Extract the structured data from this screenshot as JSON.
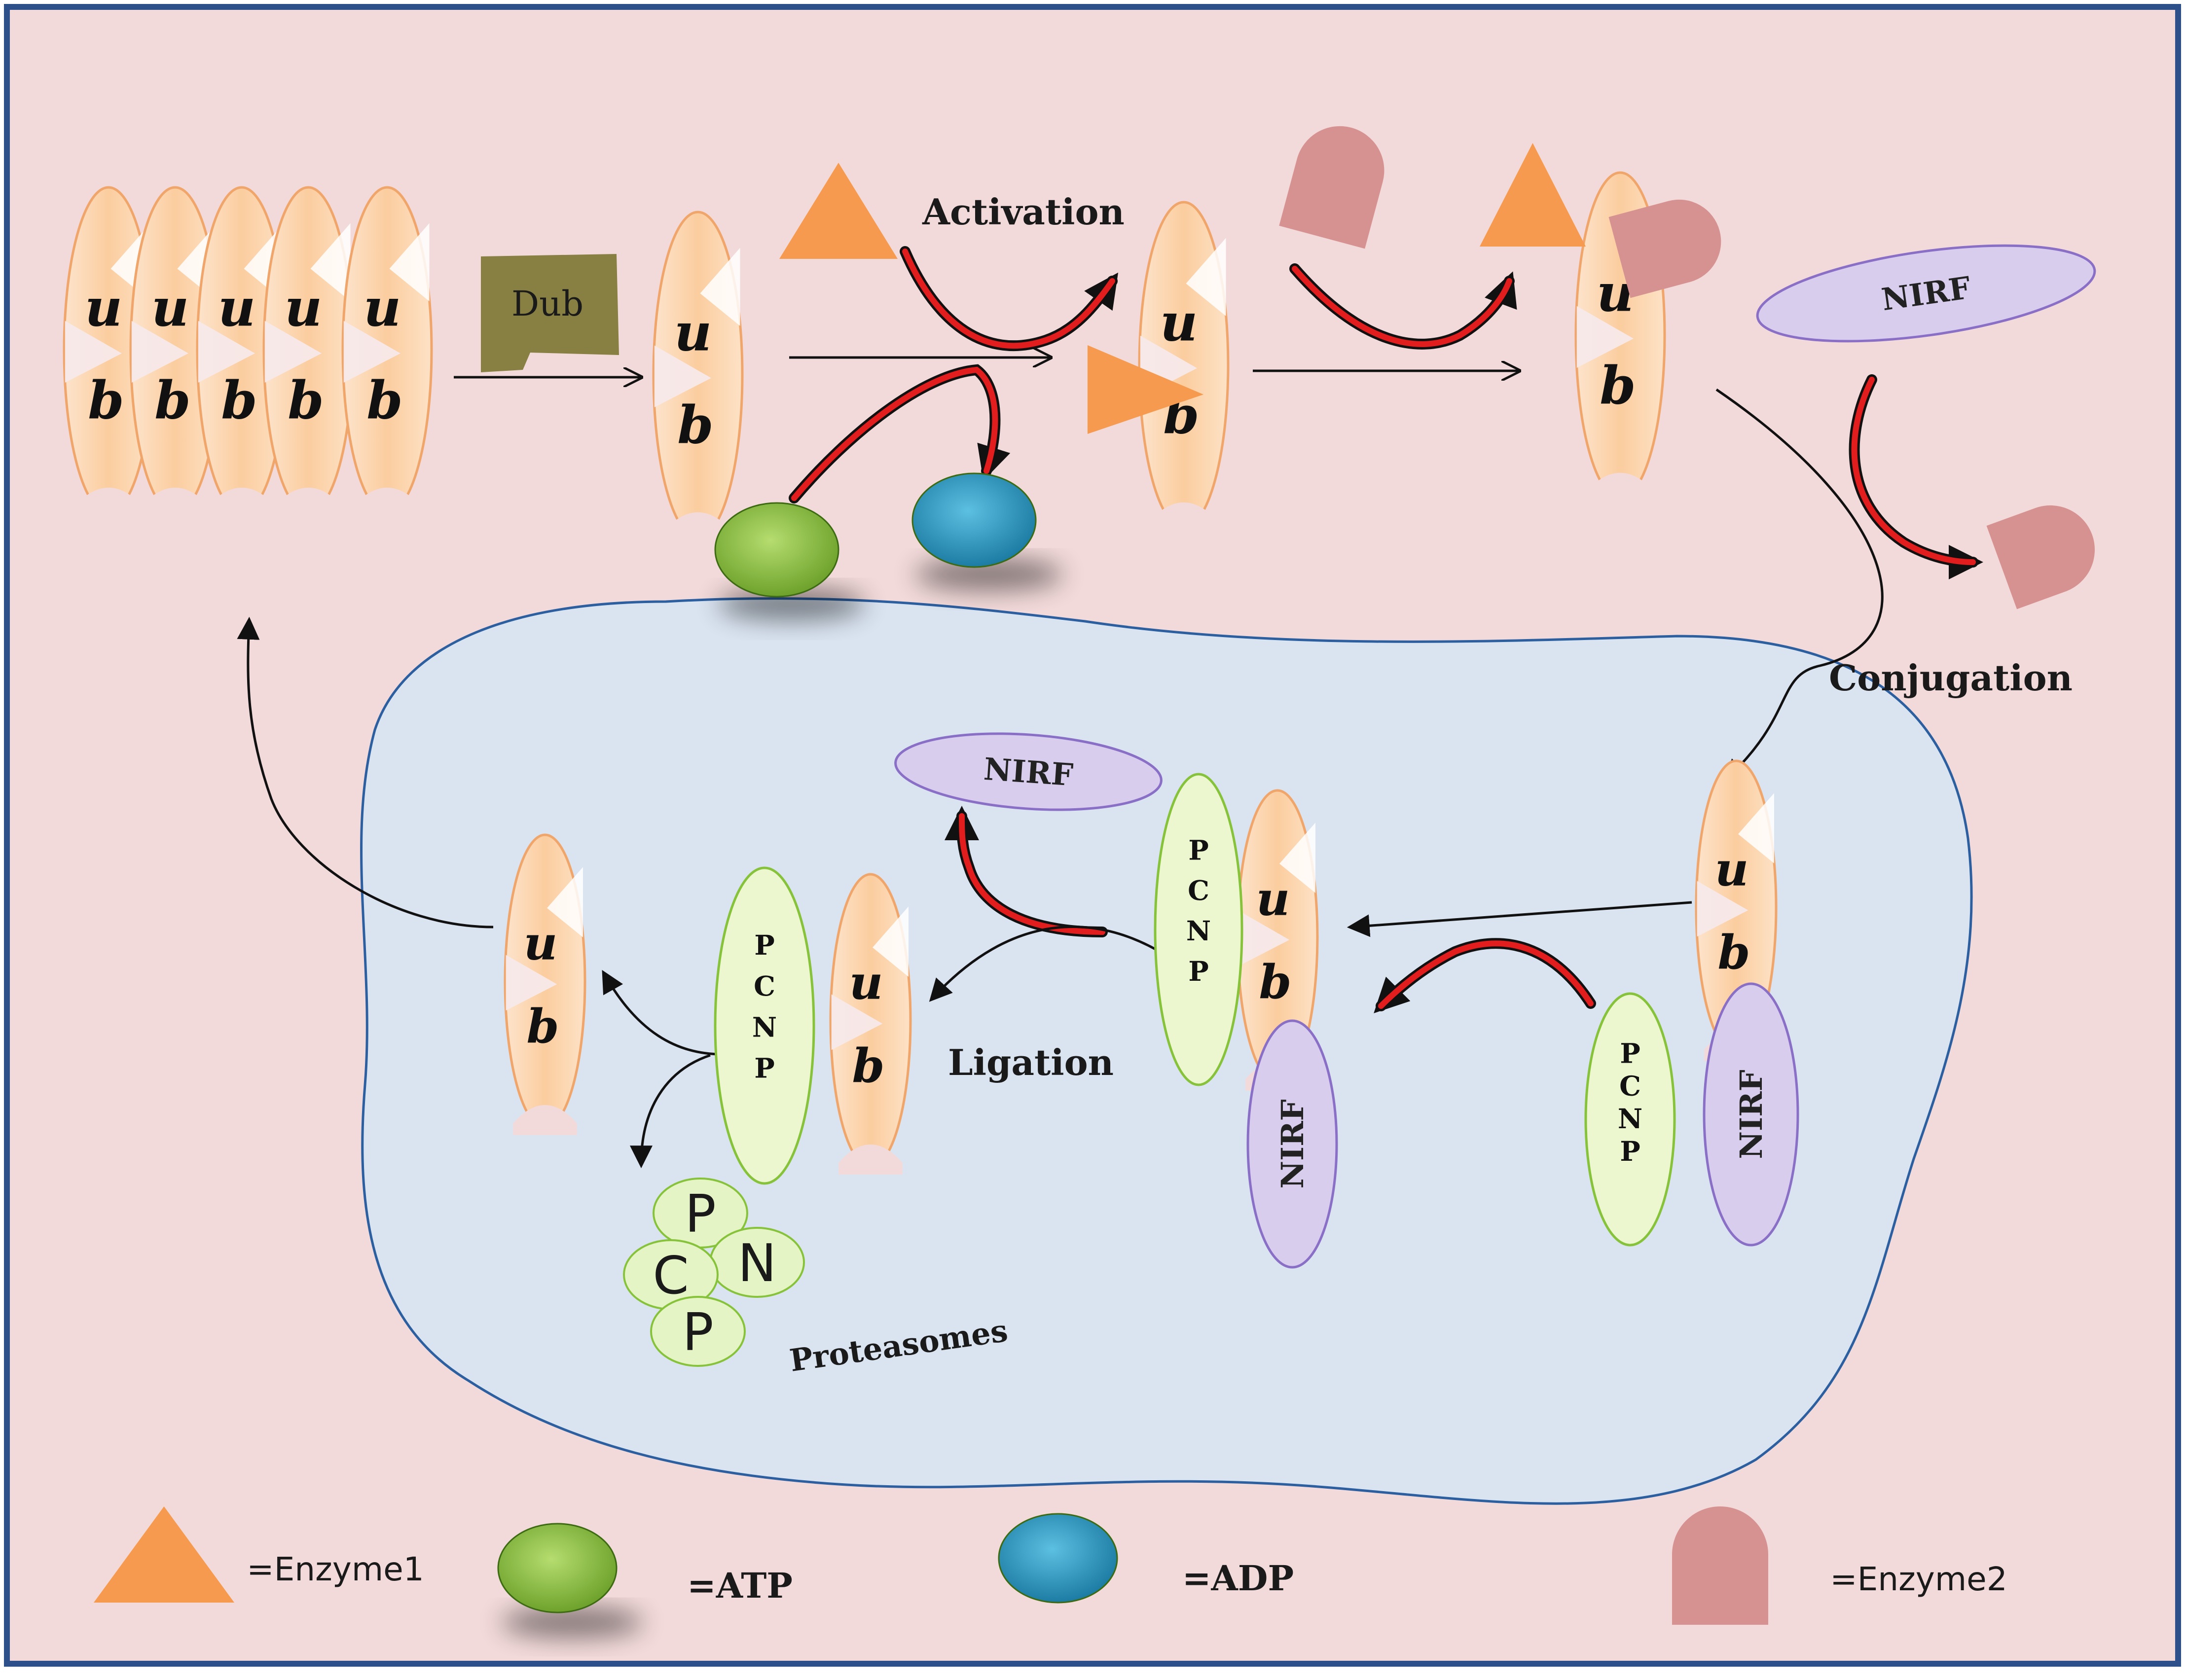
{
  "colors": {
    "cytoplasm": "#f3dada",
    "nucleus": "#dae4f1",
    "border": "#2d4f8a",
    "enzyme1": "#f59a4e",
    "enzyme2": "#d69191",
    "atp": "#8fc34a",
    "adp": "#2c9fc7",
    "nirf": "#d9cdee",
    "pcnp": "#ecf7d0",
    "ub": "#fbd0aa",
    "dub": "#878042",
    "arrow_red": "#e21d1d"
  },
  "diagram": {
    "ub_letters": {
      "u": "u",
      "b": "b"
    },
    "pcnp_letters": [
      "P",
      "C",
      "N",
      "P"
    ],
    "nirf_label": "NIRF",
    "dub_label": "Dub",
    "steps": {
      "activation": "Activation",
      "conjugation": "Conjugation",
      "ligation": "Ligation"
    },
    "proteasomes_label": "Proteasomes",
    "fragments": [
      "P",
      "N",
      "C",
      "P"
    ]
  },
  "legend": {
    "enzyme1": "=Enzyme1",
    "atp": "=ATP",
    "adp": "=ADP",
    "enzyme2": "=Enzyme2"
  }
}
